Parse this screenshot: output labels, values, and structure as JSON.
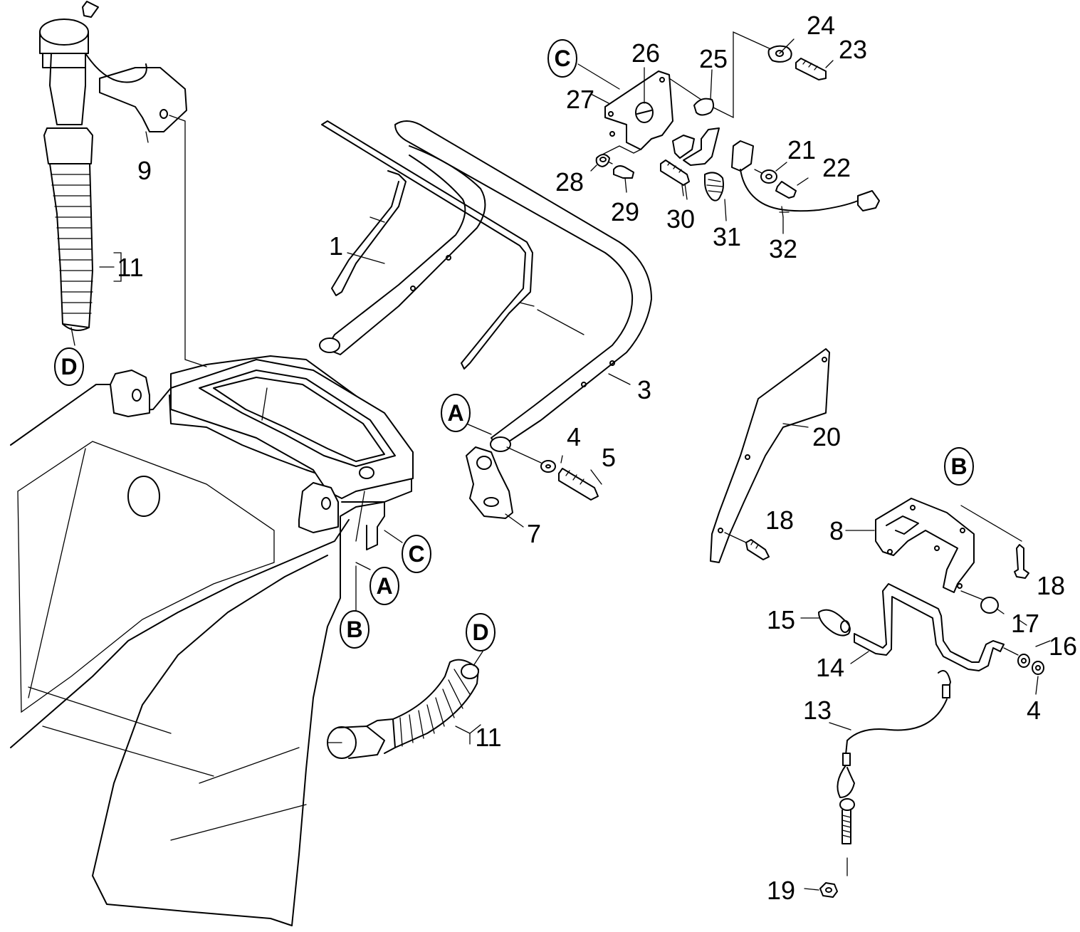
{
  "part_numbers": [
    {
      "id": "p1",
      "label": "1"
    },
    {
      "id": "p3",
      "label": "3"
    },
    {
      "id": "p4a",
      "label": "4"
    },
    {
      "id": "p4b",
      "label": "4"
    },
    {
      "id": "p5",
      "label": "5"
    },
    {
      "id": "p7",
      "label": "7"
    },
    {
      "id": "p8",
      "label": "8"
    },
    {
      "id": "p9",
      "label": "9"
    },
    {
      "id": "p11a",
      "label": "11"
    },
    {
      "id": "p11b",
      "label": "11"
    },
    {
      "id": "p13",
      "label": "13"
    },
    {
      "id": "p14",
      "label": "14"
    },
    {
      "id": "p15",
      "label": "15"
    },
    {
      "id": "p16",
      "label": "16"
    },
    {
      "id": "p17",
      "label": "17"
    },
    {
      "id": "p18a",
      "label": "18"
    },
    {
      "id": "p18b",
      "label": "18"
    },
    {
      "id": "p19",
      "label": "19"
    },
    {
      "id": "p20",
      "label": "20"
    },
    {
      "id": "p21",
      "label": "21"
    },
    {
      "id": "p22",
      "label": "22"
    },
    {
      "id": "p23",
      "label": "23"
    },
    {
      "id": "p24",
      "label": "24"
    },
    {
      "id": "p25",
      "label": "25"
    },
    {
      "id": "p26",
      "label": "26"
    },
    {
      "id": "p27",
      "label": "27"
    },
    {
      "id": "p28",
      "label": "28"
    },
    {
      "id": "p29",
      "label": "29"
    },
    {
      "id": "p30",
      "label": "30"
    },
    {
      "id": "p31",
      "label": "31"
    },
    {
      "id": "p32",
      "label": "32"
    }
  ],
  "connection_markers": [
    {
      "id": "cC1",
      "label": "C"
    },
    {
      "id": "cD1",
      "label": "D"
    },
    {
      "id": "cA1",
      "label": "A"
    },
    {
      "id": "cC2",
      "label": "C"
    },
    {
      "id": "cA2",
      "label": "A"
    },
    {
      "id": "cB1",
      "label": "B"
    },
    {
      "id": "cD2",
      "label": "D"
    },
    {
      "id": "cB2",
      "label": "B"
    }
  ]
}
